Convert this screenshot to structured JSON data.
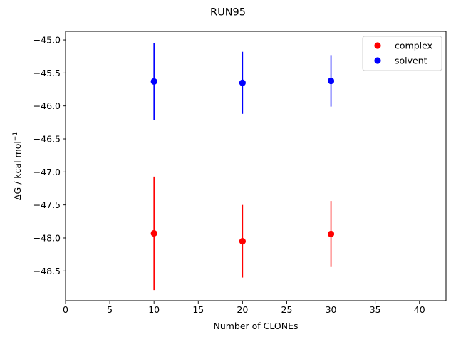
{
  "chart_data": {
    "type": "scatter",
    "title": "RUN95",
    "xlabel": "Number of CLONEs",
    "ylabel": {
      "main": "ΔG / kcal mol",
      "superscript": "−1"
    },
    "xlim": [
      0,
      43
    ],
    "ylim": [
      -48.95,
      -44.87
    ],
    "x_ticks": [
      0,
      5,
      10,
      15,
      20,
      25,
      30,
      35,
      40
    ],
    "y_ticks": [
      -45.0,
      -45.5,
      -46.0,
      -46.5,
      -47.0,
      -47.5,
      -48.0,
      -48.5
    ],
    "x_tick_labels": [
      "0",
      "5",
      "10",
      "15",
      "20",
      "25",
      "30",
      "35",
      "40"
    ],
    "y_tick_labels": [
      "−45.0",
      "−45.5",
      "−46.0",
      "−46.5",
      "−47.0",
      "−47.5",
      "−48.0",
      "−48.5"
    ],
    "grid": false,
    "legend_position": "top-right",
    "series": [
      {
        "name": "complex",
        "color": "#ff0000",
        "x": [
          10,
          20,
          30
        ],
        "y": [
          -47.93,
          -48.05,
          -47.94
        ],
        "yerr": [
          0.86,
          0.55,
          0.5
        ]
      },
      {
        "name": "solvent",
        "color": "#0000ff",
        "x": [
          10,
          20,
          30
        ],
        "y": [
          -45.63,
          -45.65,
          -45.62
        ],
        "yerr": [
          0.58,
          0.47,
          0.39
        ]
      }
    ]
  }
}
